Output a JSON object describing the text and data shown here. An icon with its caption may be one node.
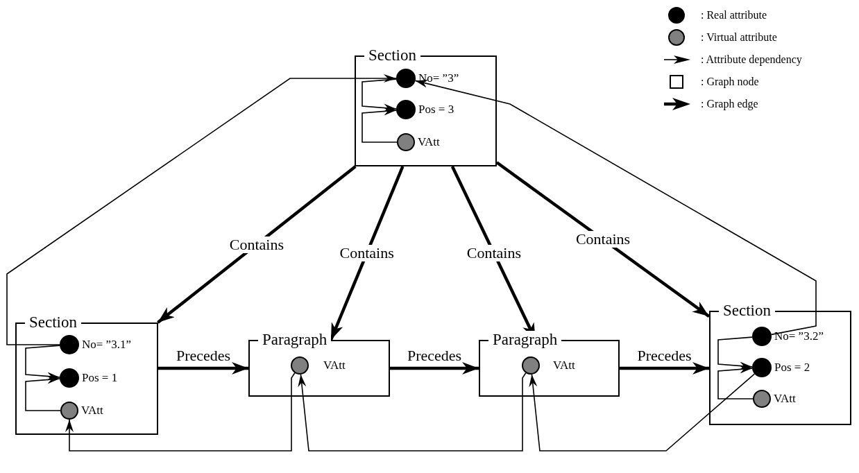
{
  "diagram": {
    "nodes": [
      {
        "text": [
          "Section"
        ]
      },
      {
        "text": [
          "No= ”3”"
        ],
        "in": 0
      },
      {
        "text": [
          "Pos = 3"
        ],
        "in": 0
      },
      {
        "text": [
          "VAtt"
        ],
        "in": 0
      },
      {
        "text": [
          "Section"
        ]
      },
      {
        "text": [
          "No= ”3.1”"
        ],
        "in": 4
      },
      {
        "text": [
          "Pos = 1"
        ],
        "in": 4
      },
      {
        "text": [
          "VAtt"
        ],
        "in": 4
      },
      {
        "text": [
          "Paragraph"
        ]
      },
      {
        "text": [
          "VAtt"
        ],
        "in": 8
      },
      {
        "text": [
          "Paragraph"
        ]
      },
      {
        "text": [
          "VAtt"
        ],
        "in": 10
      },
      {
        "text": [
          "Section"
        ]
      },
      {
        "text": [
          "No= ”3.2”"
        ],
        "in": 12
      },
      {
        "text": [
          "Pos = 2"
        ],
        "in": 12
      },
      {
        "text": [
          "VAtt"
        ],
        "in": 12
      }
    ],
    "edges": [
      {
        "from": 0,
        "to": 4,
        "arrow": "to",
        "label": "Contains",
        "style": "thick"
      },
      {
        "from": 0,
        "to": 8,
        "arrow": "to",
        "label": "Contains",
        "style": "thick"
      },
      {
        "from": 0,
        "to": 10,
        "arrow": "to",
        "label": "Contains",
        "style": "thick"
      },
      {
        "from": 0,
        "to": 12,
        "arrow": "to",
        "label": "Contains",
        "style": "thick"
      },
      {
        "from": 4,
        "to": 8,
        "arrow": "to",
        "label": "Precedes",
        "style": "thick"
      },
      {
        "from": 8,
        "to": 10,
        "arrow": "to",
        "label": "Precedes",
        "style": "thick"
      },
      {
        "from": 10,
        "to": 12,
        "arrow": "to",
        "label": "Precedes",
        "style": "thick"
      },
      {
        "from": 5,
        "to": 1,
        "arrow": "to"
      },
      {
        "from": 13,
        "to": 1,
        "arrow": "to"
      },
      {
        "from": 1,
        "to": 2,
        "arrow": "to"
      },
      {
        "from": 3,
        "to": 2,
        "arrow": "to"
      },
      {
        "from": 5,
        "to": 6,
        "arrow": "to"
      },
      {
        "from": 7,
        "to": 6,
        "arrow": "to"
      },
      {
        "from": 13,
        "to": 14,
        "arrow": "to"
      },
      {
        "from": 15,
        "to": 14,
        "arrow": "to"
      },
      {
        "from": 9,
        "to": 7,
        "arrow": "to"
      },
      {
        "from": 11,
        "to": 9,
        "arrow": "to"
      },
      {
        "from": 14,
        "to": 11,
        "arrow": "to"
      }
    ],
    "legend": [
      {
        "text": ": Real attribute",
        "color": "#000000"
      },
      {
        "text": ": Virtual attribute",
        "color": "#808080"
      },
      {
        "text": ": Attribute dependency"
      },
      {
        "text": ": Graph node"
      },
      {
        "text": ": Graph edge"
      }
    ]
  }
}
